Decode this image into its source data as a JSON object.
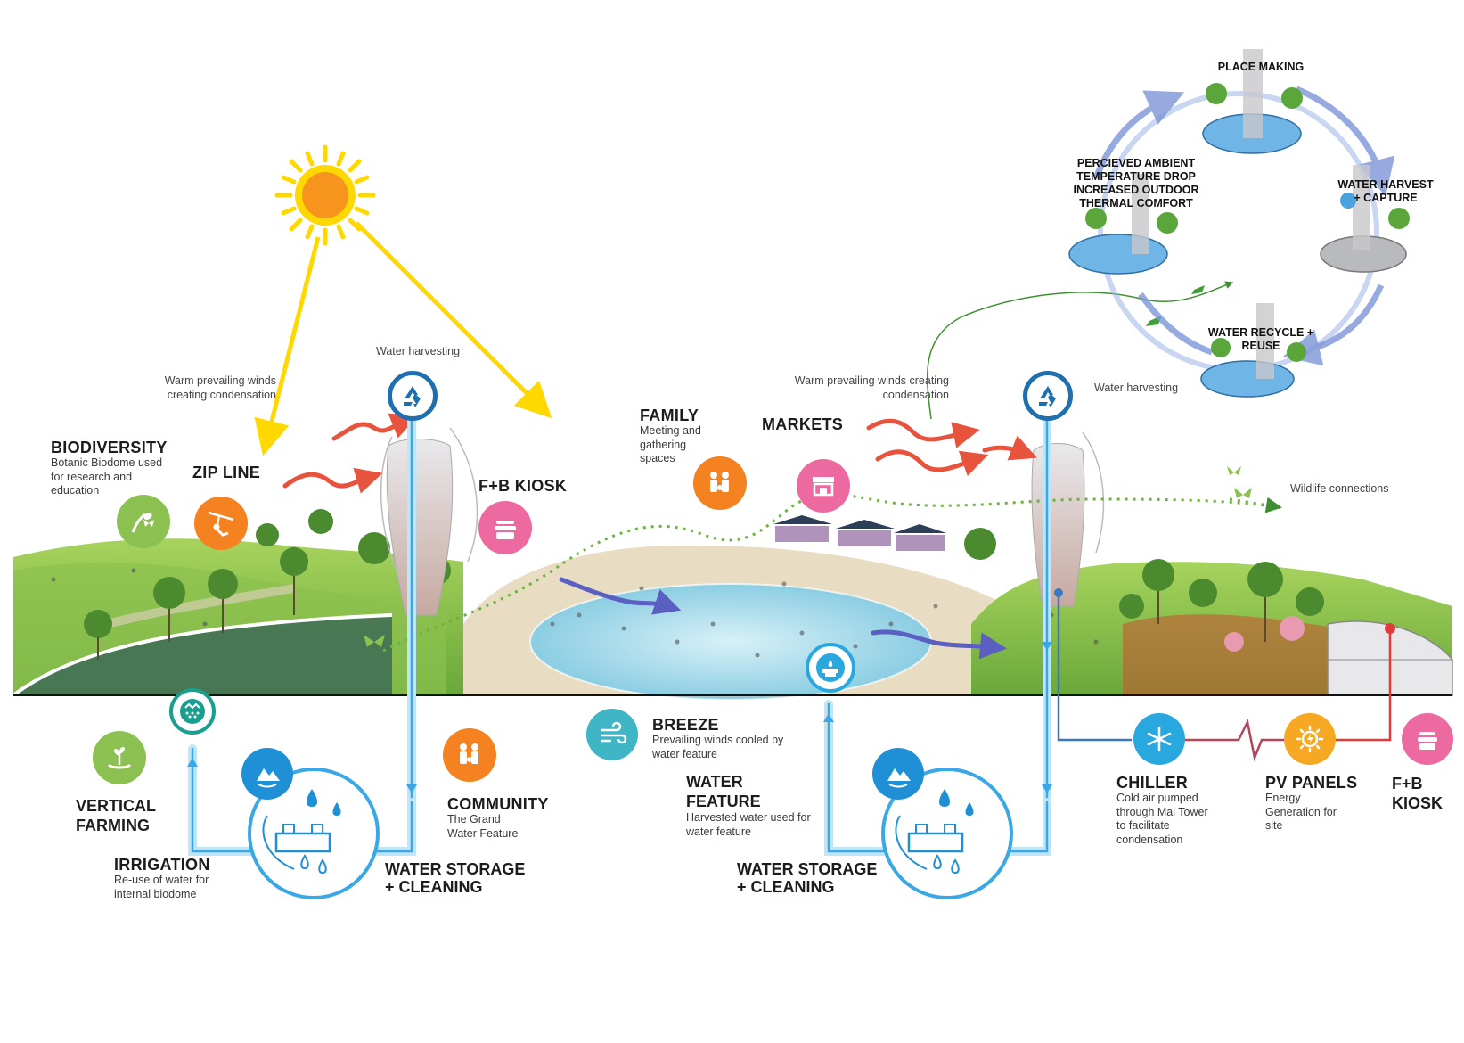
{
  "labels": {
    "biodiversity": {
      "title": "BIODIVERSITY",
      "desc": "Botanic Biodome used for research and education"
    },
    "zip_line": {
      "title": "ZIP LINE"
    },
    "fb_kiosk_top": {
      "title": "F+B KIOSK"
    },
    "family": {
      "title": "FAMILY",
      "desc": "Meeting and gathering spaces"
    },
    "markets": {
      "title": "MARKETS"
    },
    "warm_winds_left": "Warm prevailing winds creating condensation",
    "warm_winds_right": "Warm prevailing winds creating condensation",
    "water_harvesting_left": "Water harvesting",
    "water_harvesting_right": "Water harvesting",
    "wildlife": "Wildlife connections",
    "vertical_farming": {
      "title": "VERTICAL FARMING"
    },
    "irrigation": {
      "title": "IRRIGATION",
      "desc": "Re-use of water for internal biodome"
    },
    "community": {
      "title": "COMMUNITY",
      "desc": "The Grand Water Feature"
    },
    "water_storage_left": {
      "title": "WATER STORAGE + CLEANING"
    },
    "breeze": {
      "title": "BREEZE",
      "desc": "Prevailing winds cooled by water feature"
    },
    "water_feature": {
      "title": "WATER FEATURE",
      "desc": "Harvested water used for water feature"
    },
    "water_storage_right": {
      "title": "WATER STORAGE + CLEANING"
    },
    "chiller": {
      "title": "CHILLER",
      "desc": "Cold air pumped through Mai Tower to facilitate condensation"
    },
    "pv_panels": {
      "title": "PV PANELS",
      "desc": "Energy Generation for site"
    },
    "fb_kiosk_bottom": {
      "title": "F+B KIOSK"
    }
  },
  "cycle": {
    "place_making": "PLACE MAKING",
    "water_harvest": "WATER HARVEST + CAPTURE",
    "water_recycle": "WATER RECYCLE + REUSE",
    "temperature": "PERCIEVED AMBIENT TEMPERATURE DROP INCREASED OUTDOOR THERMAL COMFORT"
  },
  "icons": [
    {
      "name": "biodiversity-icon",
      "color": "#8cc152"
    },
    {
      "name": "zip-line-icon",
      "color": "#f58220"
    },
    {
      "name": "fb-kiosk-icon",
      "color": "#ec6aa0"
    },
    {
      "name": "family-icon",
      "color": "#f58220"
    },
    {
      "name": "markets-icon",
      "color": "#ec6aa0"
    },
    {
      "name": "recycle-icon",
      "color": "#1f7fb8"
    },
    {
      "name": "irrigation-icon",
      "color": "#1a9e8f"
    },
    {
      "name": "vertical-farming-icon",
      "color": "#8cc152"
    },
    {
      "name": "community-icon",
      "color": "#f58220"
    },
    {
      "name": "breeze-icon",
      "color": "#3fb6c6"
    },
    {
      "name": "fountain-icon",
      "color": "#29a8e0"
    },
    {
      "name": "chiller-icon",
      "color": "#29a8e0"
    },
    {
      "name": "solar-icon",
      "color": "#f7a823"
    },
    {
      "name": "kiosk-icon",
      "color": "#ec6aa0"
    }
  ],
  "colors": {
    "sun_ray": "#ffd800",
    "water_pipe": "#5bc0eb",
    "dark_blue": "#1f6fae",
    "wind": "#e8533d",
    "power": "#e23b3b",
    "green_path": "#5aa63a"
  }
}
